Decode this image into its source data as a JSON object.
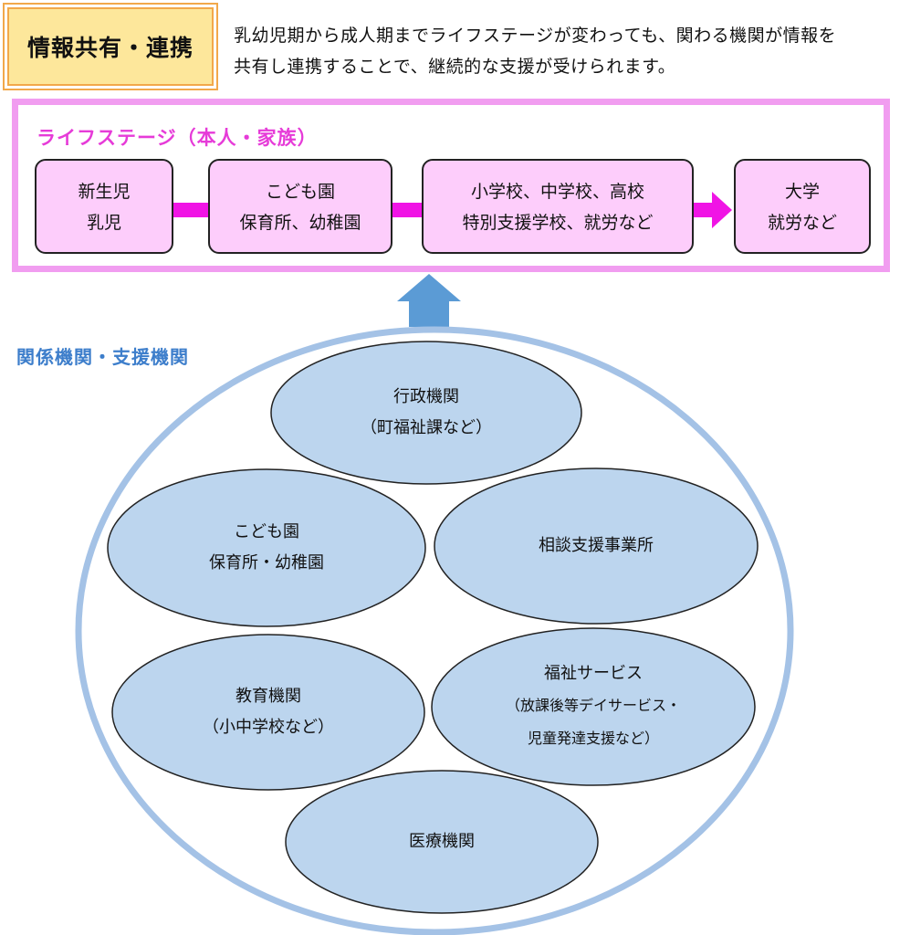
{
  "header": {
    "title": "情報共有・連携",
    "description_line1": "乳幼児期から成人期までライフステージが変わっても、関わる機関が情報を",
    "description_line2": "共有し連携することで、継続的な支援が受けられます。"
  },
  "lifestage": {
    "title": "ライフステージ（本人・家族）",
    "stages": [
      {
        "line1": "新生児",
        "line2": "乳児"
      },
      {
        "line1": "こども園",
        "line2": "保育所、幼稚園"
      },
      {
        "line1": "小学校、中学校、高校",
        "line2": "特別支援学校、就労など"
      },
      {
        "line1": "大学",
        "line2": "就労など"
      }
    ]
  },
  "organizations": {
    "title": "関係機関・支援機関",
    "items": [
      {
        "line1": "行政機関",
        "line2": "（町福祉課など）"
      },
      {
        "line1": "こども園",
        "line2": "保育所・幼稚園"
      },
      {
        "line1": "相談支援事業所",
        "line2": ""
      },
      {
        "line1": "教育機関",
        "line2": "（小中学校など）"
      },
      {
        "line1": "福祉サービス",
        "line2": "（放課後等デイサービス・",
        "line3": "児童発達支援など）"
      },
      {
        "line1": "医療機関",
        "line2": ""
      }
    ]
  },
  "colors": {
    "title_fill": "#fde79b",
    "title_border": "#f2a84a",
    "stage_fill": "#fdcdfb",
    "stage_frame": "#f19df0",
    "stage_arrow": "#f014e5",
    "stage_title": "#e63bd8",
    "org_title": "#3d7ecb",
    "org_circle": "#a4c2e6",
    "org_ellipse_fill": "#bcd5ee",
    "up_arrow": "#5b9bd5"
  }
}
